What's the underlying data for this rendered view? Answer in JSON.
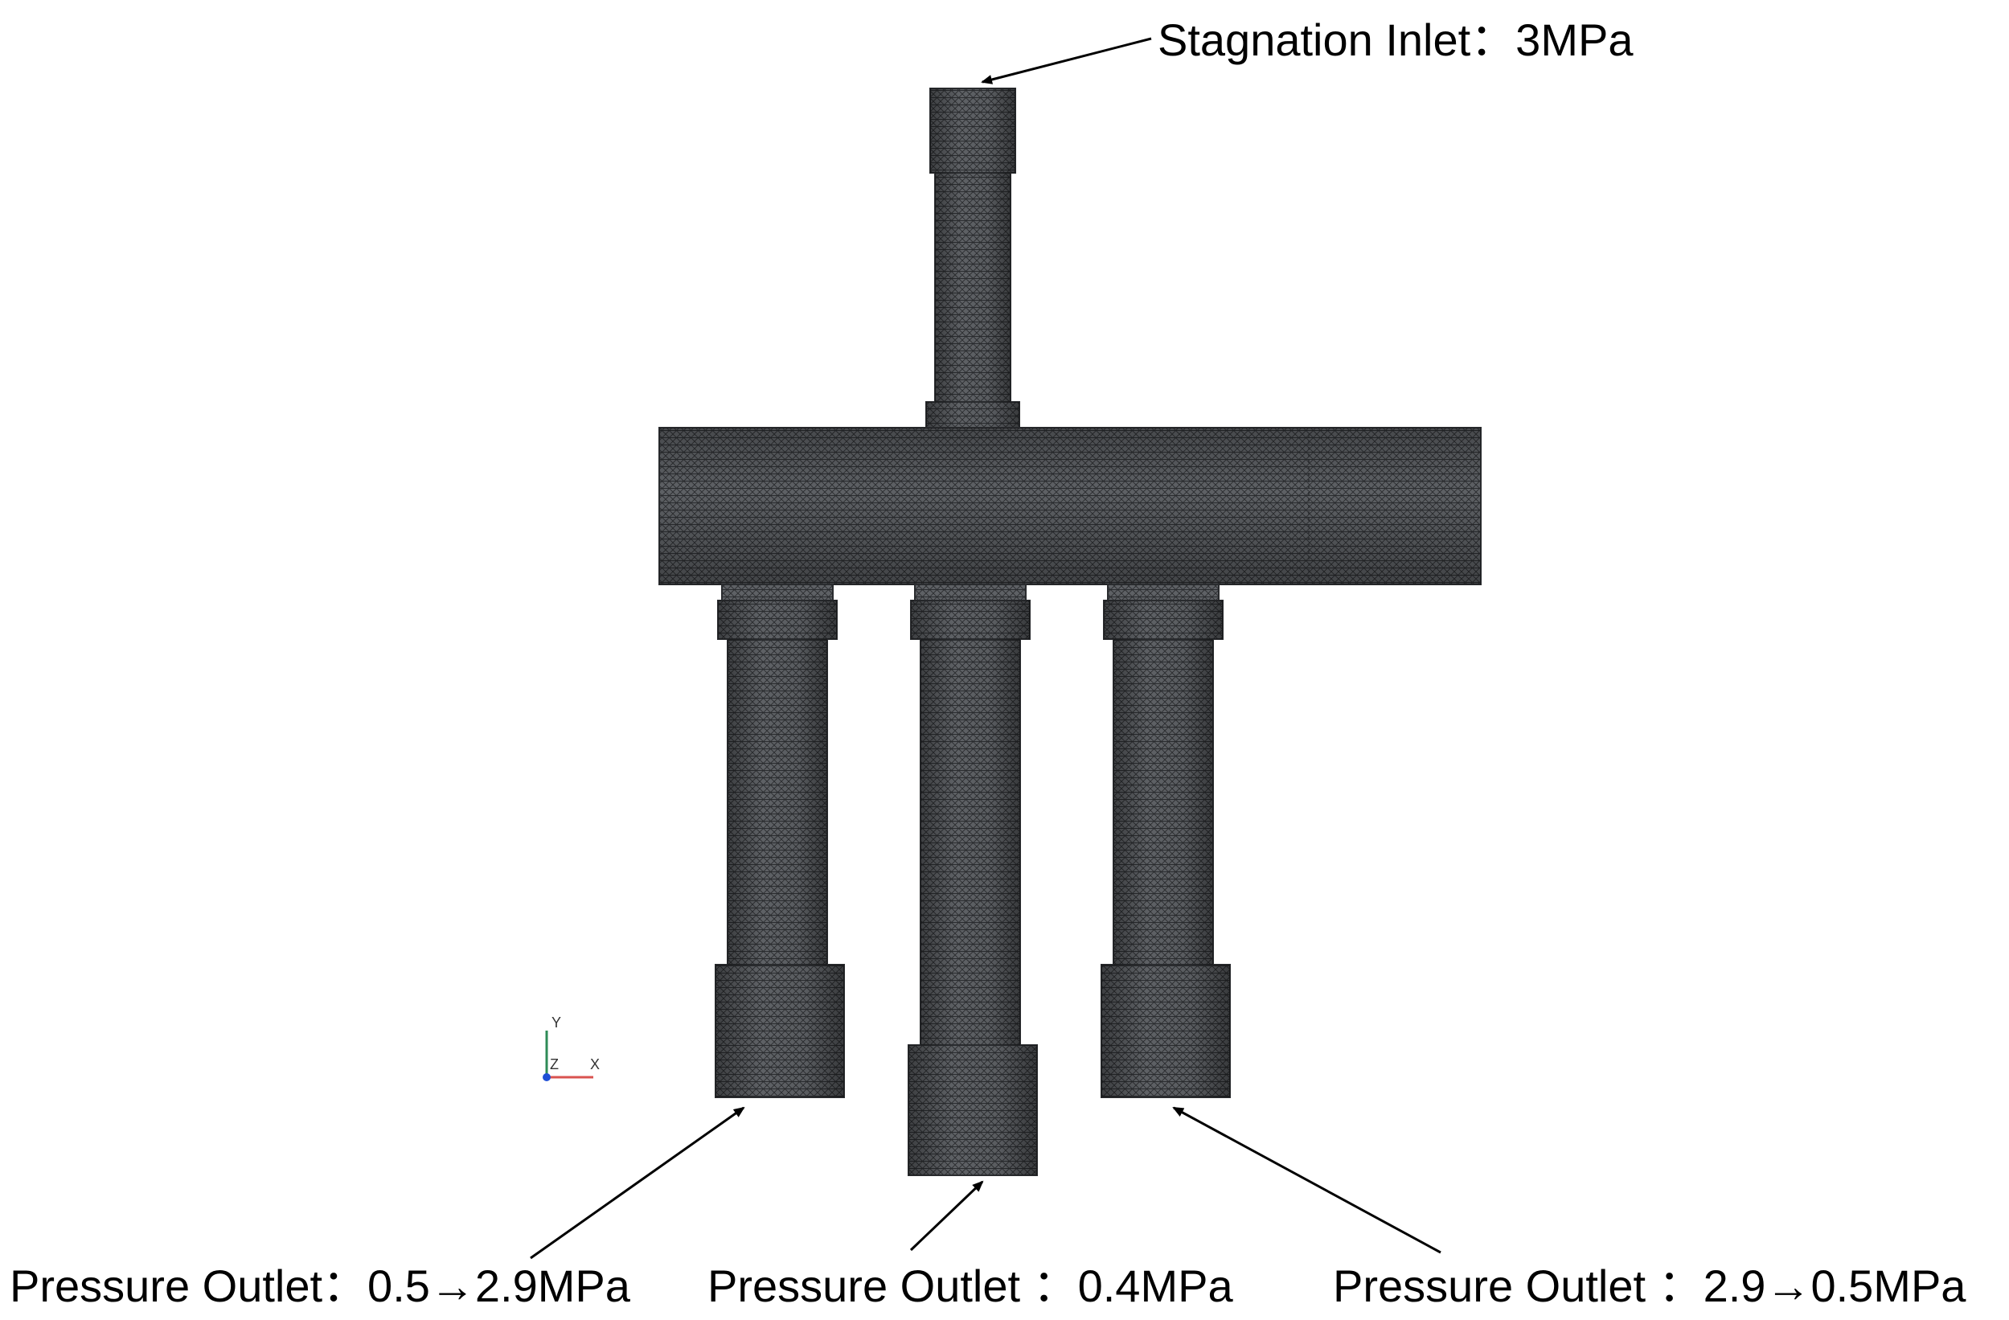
{
  "labels": {
    "inlet": "Stagnation Inlet：3MPa",
    "outlet_left": "Pressure Outlet：0.5→2.9MPa",
    "outlet_middle": "Pressure Outlet ：0.4MPa",
    "outlet_right": "Pressure Outlet ：2.9→0.5MPa"
  },
  "triad": {
    "y": "Y",
    "z": "Z",
    "x": "X"
  },
  "colors": {
    "mesh_fill": "#5e6165",
    "mesh_dark": "#3f4246",
    "mesh_line": "#2a2c2f",
    "arrow": "#000000",
    "axis_y": "#2e8b57",
    "axis_x": "#d9534f",
    "axis_z": "#1f4fd6"
  }
}
